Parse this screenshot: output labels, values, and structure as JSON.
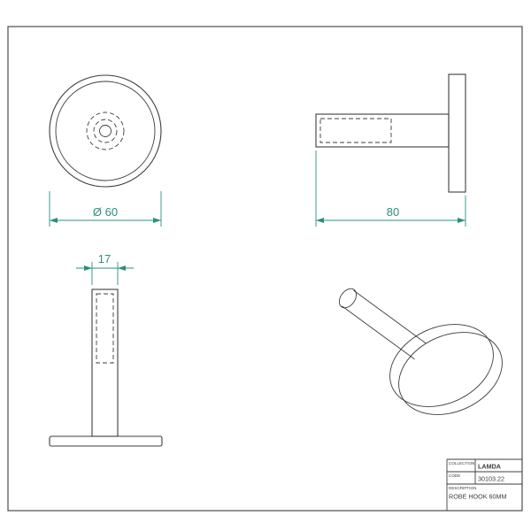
{
  "colors": {
    "line": "#3c3c3c",
    "dimension": "#2a8f80"
  },
  "dimensions": {
    "front_diameter": "Ø 60",
    "side_length": "80",
    "stem_width": "17"
  },
  "title_block": {
    "collection_label": "COLLECTION",
    "collection_value": "LAMDA",
    "code_label": "CODE",
    "code_value": "30103.22",
    "description_label": "DESCRIPTION",
    "description_value": "ROBE HOOK 60MM"
  }
}
